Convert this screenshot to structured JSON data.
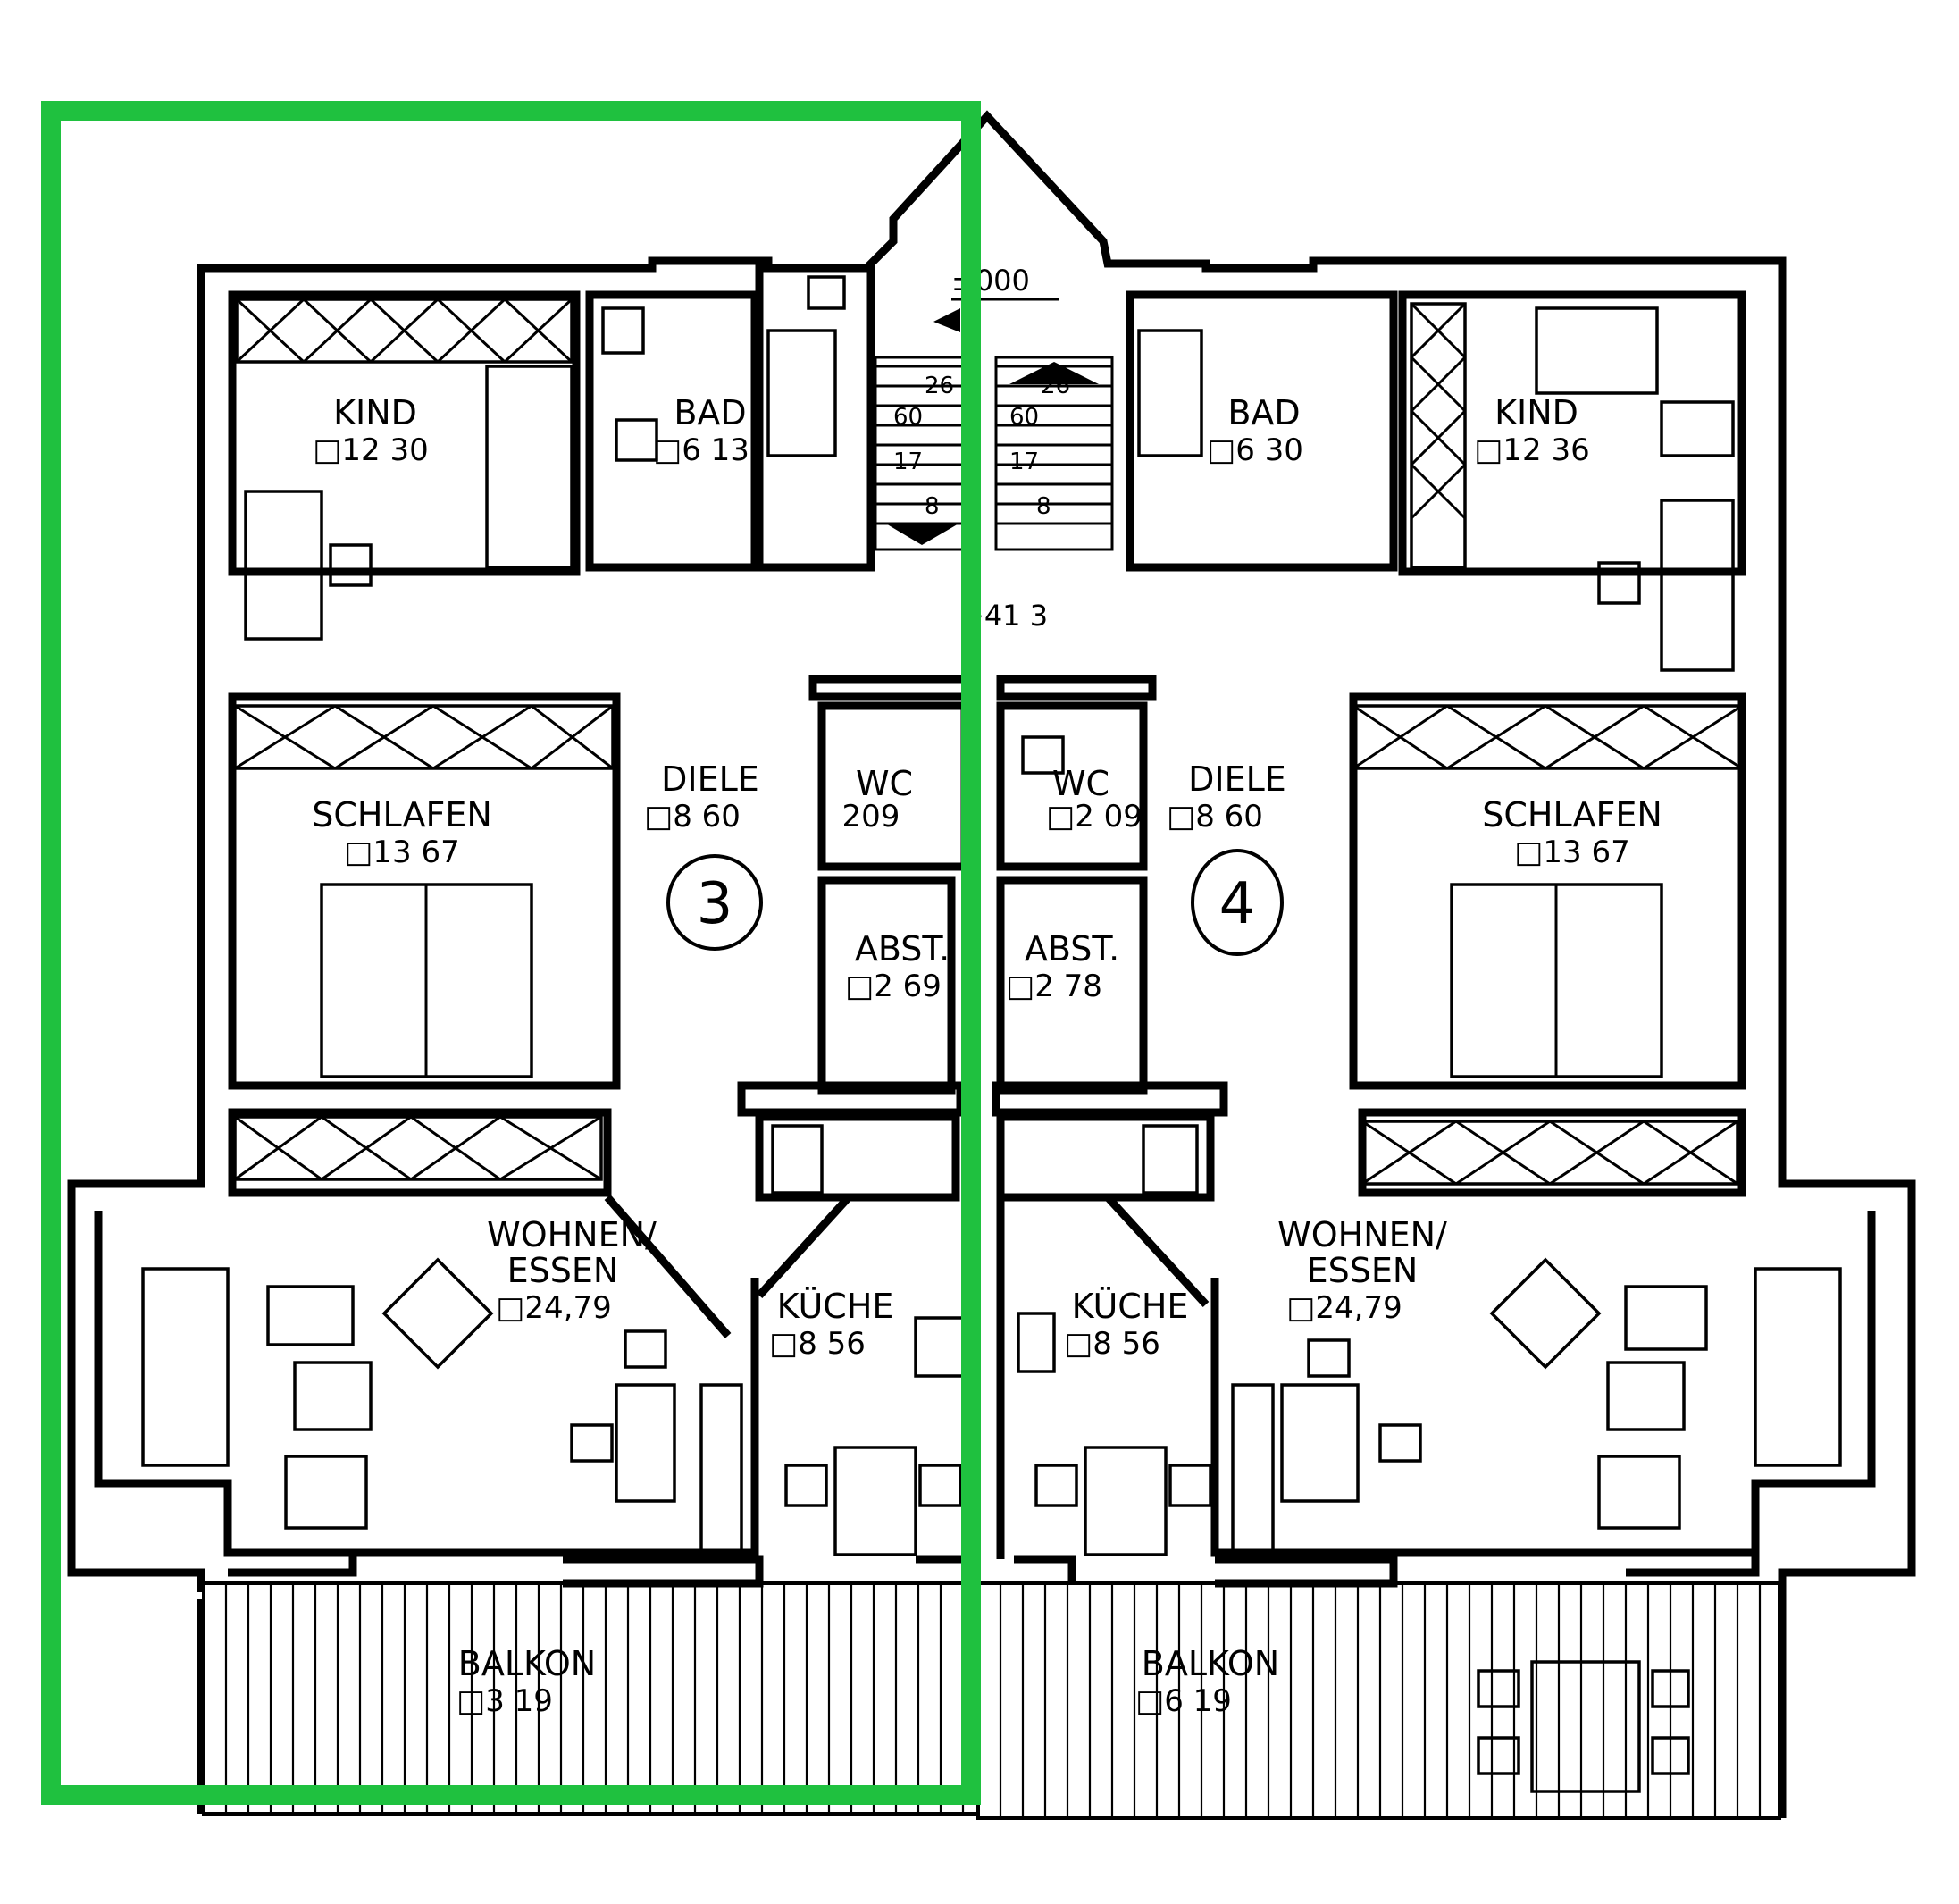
{
  "highlight_color": "#1fc13f",
  "units": [
    {
      "number": "3",
      "rooms": {
        "kind": {
          "name": "KIND",
          "area": "□12 30"
        },
        "bad": {
          "name": "BAD",
          "area": "□6 13"
        },
        "diele": {
          "name": "DIELE",
          "area": "□8 60"
        },
        "wc": {
          "name": "WC",
          "area": "209"
        },
        "schlafen": {
          "name": "SCHLAFEN",
          "area": "□13 67"
        },
        "abst": {
          "name": "ABST.",
          "area": "□2 69"
        },
        "wohnen": {
          "name": "WOHNEN/",
          "name2": "ESSEN",
          "area": "□24,79"
        },
        "kueche": {
          "name": "KÜCHE",
          "area": "□8 56"
        },
        "balkon": {
          "name": "BALKON",
          "area": "□3 19"
        }
      }
    },
    {
      "number": "4",
      "rooms": {
        "kind": {
          "name": "KIND",
          "area": "□12 36"
        },
        "bad": {
          "name": "BAD",
          "area": "□6 30"
        },
        "diele": {
          "name": "DIELE",
          "area": "□8 60"
        },
        "wc": {
          "name": "WC",
          "area": "□2 09"
        },
        "schlafen": {
          "name": "SCHLAFEN",
          "area": "□13 67"
        },
        "abst": {
          "name": "ABST.",
          "area": "□2 78"
        },
        "wohnen": {
          "name": "WOHNEN/",
          "name2": "ESSEN",
          "area": "□24,79"
        },
        "kueche": {
          "name": "KÜCHE",
          "area": "□8 56"
        },
        "balkon": {
          "name": "BALKON",
          "area": "□6 19"
        }
      }
    }
  ],
  "stair": {
    "level_top": "±000",
    "level_mid": "+41 3",
    "left_steps": [
      "8",
      "17",
      "60",
      "26"
    ],
    "right_steps": [
      "8",
      "17",
      "60",
      "26"
    ]
  }
}
